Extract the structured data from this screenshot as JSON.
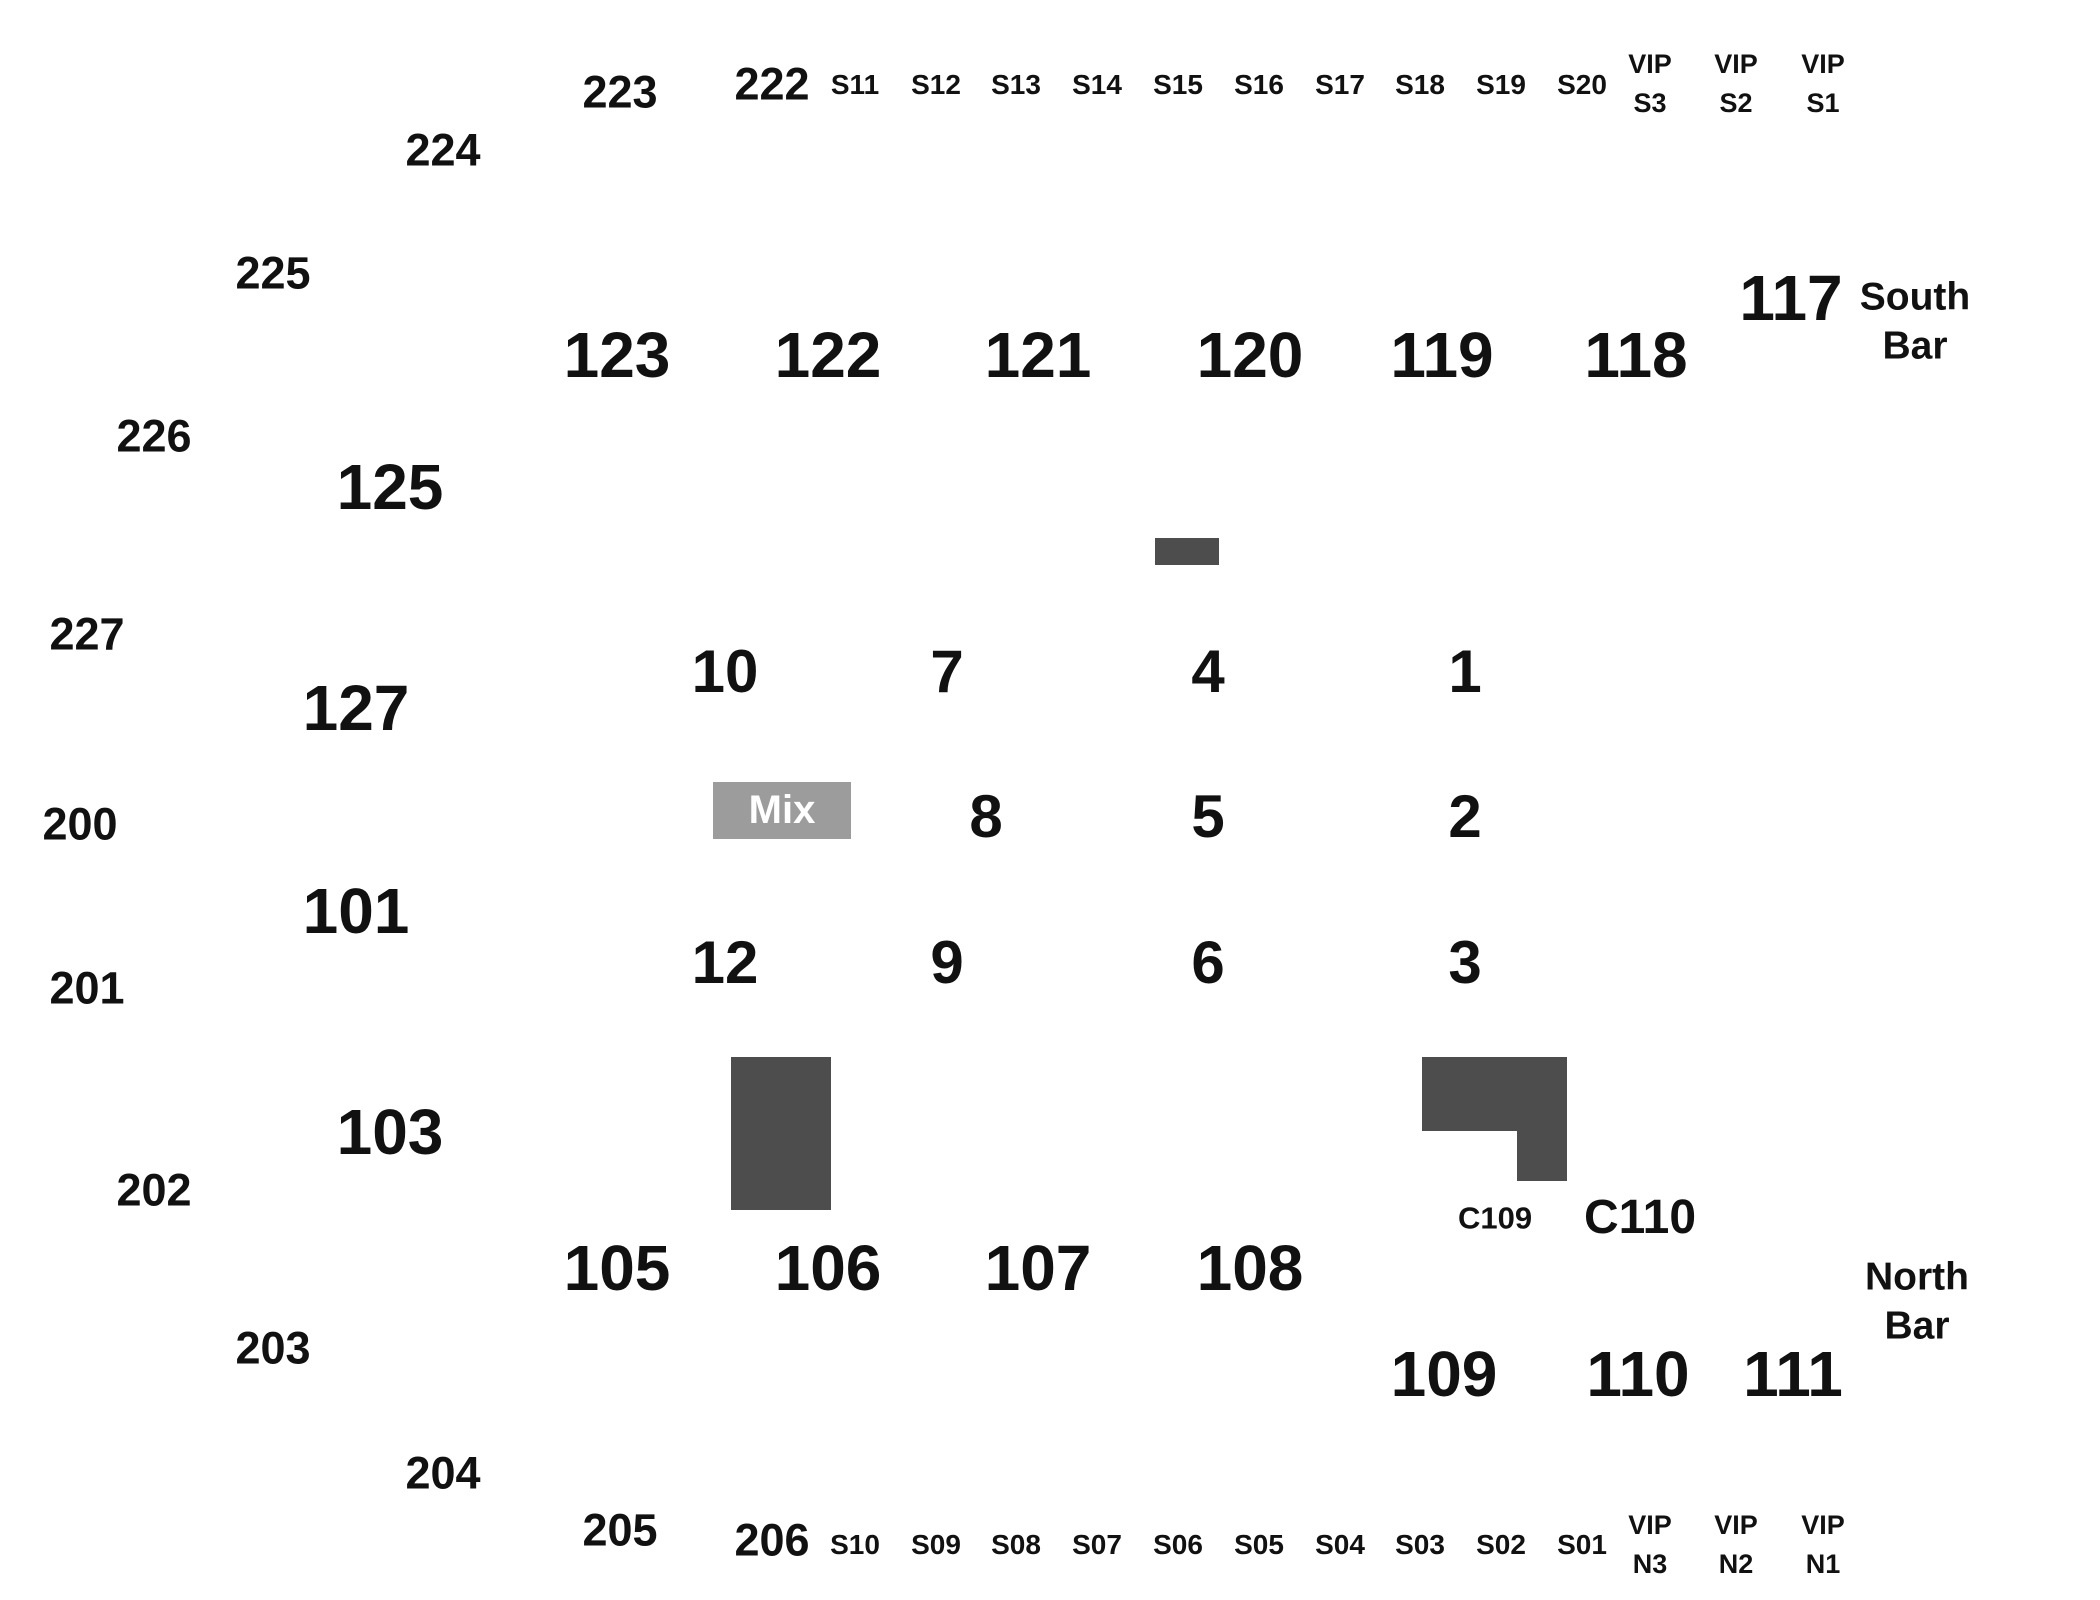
{
  "sections": {
    "s223": "223",
    "s222": "222",
    "s224": "224",
    "s225": "225",
    "s226": "226",
    "s227": "227",
    "s200": "200",
    "s201": "201",
    "s202": "202",
    "s203": "203",
    "s204": "204",
    "s205": "205",
    "s206": "206",
    "s123": "123",
    "s122": "122",
    "s121": "121",
    "s120": "120",
    "s119": "119",
    "s118": "118",
    "s117": "117",
    "s125": "125",
    "s127": "127",
    "s101": "101",
    "s103": "103",
    "s105": "105",
    "s106": "106",
    "s107": "107",
    "s108": "108",
    "s109": "109",
    "s110": "110",
    "s111": "111",
    "c109": "C109",
    "c110": "C110"
  },
  "tables": [
    "1",
    "2",
    "3",
    "4",
    "5",
    "6",
    "7",
    "8",
    "9",
    "10",
    "12"
  ],
  "suites_south": [
    "S11",
    "S12",
    "S13",
    "S14",
    "S15",
    "S16",
    "S17",
    "S18",
    "S19",
    "S20"
  ],
  "suites_north": [
    "S10",
    "S09",
    "S08",
    "S07",
    "S06",
    "S05",
    "S04",
    "S03",
    "S02",
    "S01"
  ],
  "vip_south": [
    {
      "top": "VIP",
      "bottom": "S3"
    },
    {
      "top": "VIP",
      "bottom": "S2"
    },
    {
      "top": "VIP",
      "bottom": "S1"
    }
  ],
  "vip_north": [
    {
      "top": "VIP",
      "bottom": "N3"
    },
    {
      "top": "VIP",
      "bottom": "N2"
    },
    {
      "top": "VIP",
      "bottom": "N1"
    }
  ],
  "south_bar": {
    "line1": "South",
    "line2": "Bar"
  },
  "north_bar": {
    "line1": "North",
    "line2": "Bar"
  },
  "mix_label": "Mix",
  "colors": {
    "block": "#4d4d4d",
    "mix_booth": "#9c9c9c",
    "text": "#111111"
  }
}
